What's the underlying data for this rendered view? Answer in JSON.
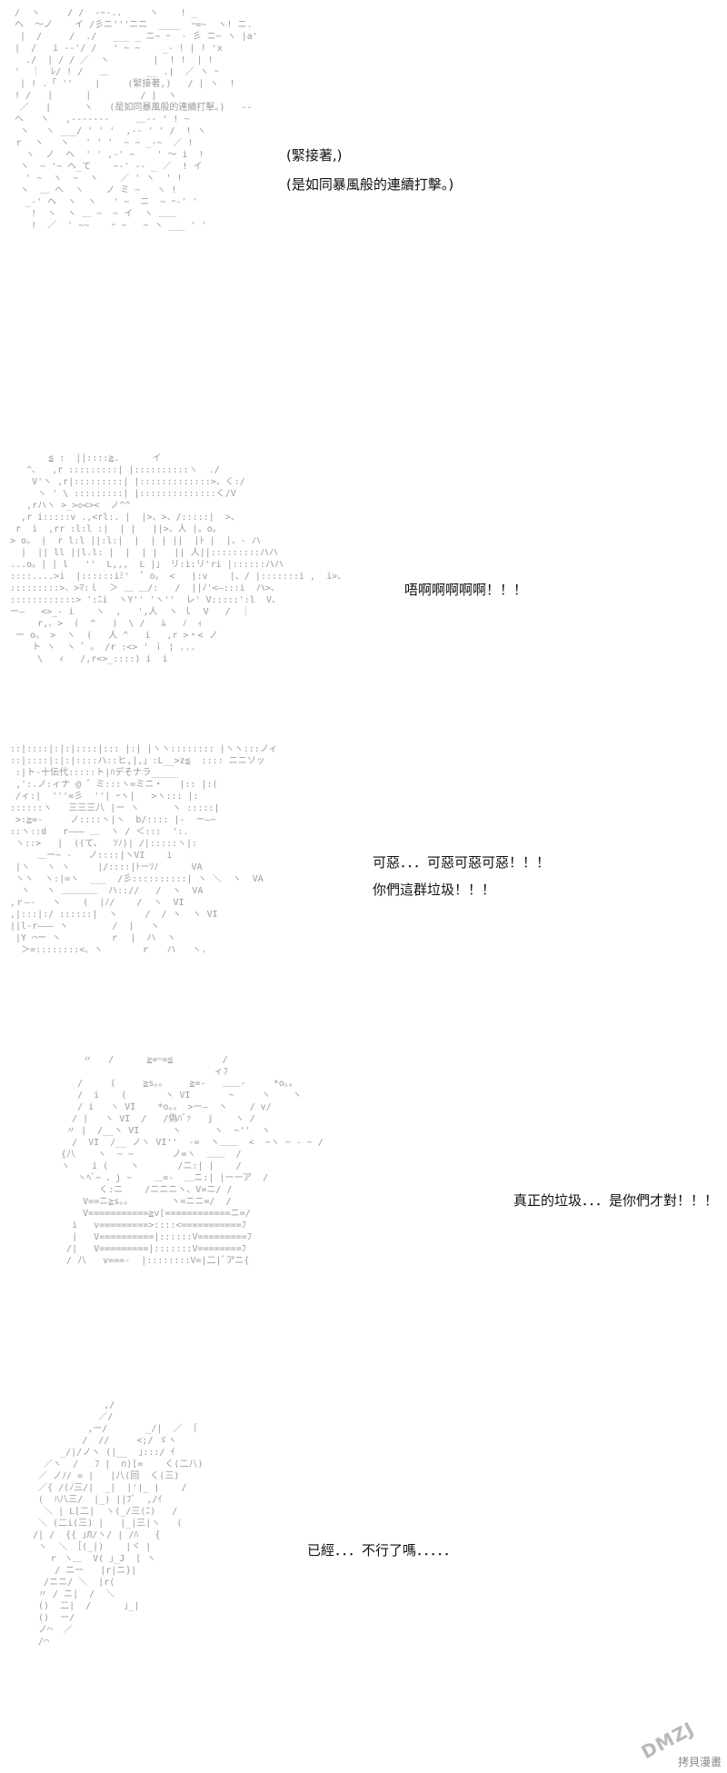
{
  "panels": [
    {
      "captions": [
        "(緊接著,)",
        "(是如同暴風般的連續打擊。)"
      ],
      "art": " /  ヽ     / /  -~-..     ヽ    ! _ \n ヘ  ～ノ    イ /彡ニ'''ニニ  ____  ｰ=~  ヽ! ニ.\n  |  /     /  ./   ___ _ ニ~ ｰ  - 彡 ニ~ ヽ |a'\n |  /   i --'/ /   ' ~ ~    _- ! | ! 'x\n   ./  | / / ／  ヽ        |  ! !  | ! \n '  ｜  ﾚ/ ! /   ＿       __ .|  ／ ヽ ｰ\n  | ! .「 ''    |     (緊接著,)   / | ヽ  ! \n ! /   |      |         / |  ヽ \n  ／   |      ヽ   (是如同暴風般的連續打擊。)   -- \n ヘ   ヽ   ,-------     ＿-- ' ! ~ \n  ヽ   ヽ ___/ ' ' '  ,-- ' ' /  ! ヽ\n ｒ  ヽ   ヽ   ' ' '  ~ ~ _-~  ／ !  \n   ヽ  ノ  ヘ  ' ' ,-' ~    ' ～ i  ! \n  ヽ  ~ '~ ヘ_て    ~-' -- _ ／  ! イ \n   ' ~  ヽ  ~  ヽ    ／ ' ヽ  ' ! \n  ヽ  ＿ ヘ  ヽ    ノ ミ ~   ヽ ! \n   _-' ヘ  ヽ  ヽ   ' ~  ニ  ~ ｰ-' ' \n    !  ヽ  ヽ ＿ ~  ~ イ  ヽ ＿＿  \n    !  ／  ' ~~    ｰ ~   ~ ヽ ___ ' ' "
    },
    {
      "captions": [
        "唔啊啊啊啊啊！！！"
      ],
      "art": "        ≦ :  ||::::≧.      イ\n    ^、  ,r :::::::::| |::::::::::ヽ  ./\n     V'ヽ ,r|:::::::::| |:::::::::::::>、く:/\n      ヽ ' \\ :::::::::| |::::::::::::::く/V\n    ,rハヽ >_>◇<><  ノ^^\n   ,r i:::::v .,<rl:. |  |>、>、/:::::|  >、\n  r  i  ,rr :l:l :|  | |   ||>、人 |。o。\n > o。 |  r l:l ||:l:|  |  | | ||  |ﾄ |  |、- ハ\n   |  || ll ||l.l: |  |  | |   || 人||:::::::::ハハ\n ...o。| | l   ''  L,,,  L |」 リ:i:リ'ri |::::::ハハ\n ::::....>i  |::::::iﾐ'  ゜o。 <   |:v    |、/ |:::::::i ,  i>、\n :::::::::>、>ﾏ:ｌ  ＞ ＿ ＿/:   /  ||ﾉ'<―:::i  ハ>、\n ::::::::::::> ':ﾆi  ヽY'' 'ヽ''  レ' V:::::':l  V、\n ー―   <>_- i    ヽ  ,   ',人  ヽ ｌ  V   /  ｜ \n      r,、>  (  ^   )  \\ /   ﾑ   ﾉ  ｨ\n  ー o。 >  ヽ  (   人 ^   i   ,r >・< ノ\n     ト ヽ  ヽ ゜。 /r :<> ' ｉ ¦ ...\n      \\   ｨ   /,r<>_::::) i  i "
    },
    {
      "captions": [
        "可惡．．．可惡可惡可惡！！！",
        "你們這群垃圾！！！"
      ],
      "art": " ::|::::|:|:|::::|::: |:| |ヽヽ:::::::: |ヽヽ:::ノィ\n ::|::::|:|:|::::ハ::ヒ,|,」:L__>z≦  :::: ニニソッ\n  :|ト-十伝代:::::ト|ﾊデそナラ_____ \n  ,':.ノ:ィナ @ ゛ミ:::ヽ=ミニ・   |:: |:(\n  /ィ:|  '''=彡  ''| ｰヽ|   >ヽ::: |:\n ::::::ヽ   三三三八 |ー ヽ      ヽ :::::|\n  >:≧=-     ノ::::ヽ|ヽ  b/:::: |-  ー―~\n ::ヽ::d   r――― ＿  ヽ / ＜:::  ':.\n  ヽ::>   |  ((て、  ｿﾉ)| /|:::::ヽ|:\n      ＿ー~ ‐   ノ::::|ヽVI    i  \n  |ヽ   ヽ ヽ     |/::::|ﾄーｿﾉ      VA\n  ヽヽ  ヽ:|=ヽ  ___  /彡::::::::::| ヽ ＼  ヽ  VA\n   ヽ   ヽ ＿＿＿＿  ハ:://   /  ヽ  VA\n ,ｒ―‐   ヽ    (  |ﾉ/    /  ヽ  VI\n ,|:::|:/ ::::::|  ヽ     /  / ヽ  ヽ VI\n ||l‐r――― ヽ        /  |   ヽ \n  |Y ⌒ー ヽ         ｒ  |  ハ  ヽ \n   ＞=::::::::<、ヽ       ｒ   ハ   ヽ. "
    },
    {
      "captions": [
        "真正的垃圾．．．是你們才對！！！"
      ],
      "art": "      〃   /      ≧=ｰ=≦         /\n                              ィﾌ\n     /     (     ≧s。。    ≧=-   ＿＿-     *o。。\n     /  i    (       ヽ VI       ~     ヽ    ヽ\n     / i   ヽ VI    *o。。 >ー―  ヽ    / v/\n    / |   ヽ VI  /   /偽ﾊﾞｧ   j    ヽ /\n   〃 |  /__ヽ VI      ヽ      ヽ  ~''  ヽ\n    /  VI  /__ ノヽ VI''  -=  ヽ＿＿  <  ~ヽ ~ - ~ /\n  {八    ヽ  ~ ~       ノ=ヽ  ＿＿  /  \n  ヽ    i (    ヽ       /ニ:| |    / \n     ヽﾍﾞ~ 、j ~    ＿=-  ＿ニ:| |ーーア  /\n         く:ニ    /ニニニヽ、V=ニ/ /\n      V==ニ≧s。。       ヽ=ニニ=/  /\n      V===========≧v[============ニ=/\n    i   v=========>::::<===========ﾌ\n    |   V==========|::::::V=========ﾌ\n   /|   V=========|:::::::V========ﾌ\n   / 八   v===-  |::::::::V=|二|ﾞアニ{ "
    },
    {
      "captions": [
        "已經．．．不行了嗎．．．．．"
      ],
      "art": "              ,/\n             ／/\n           ,ー/       _/|  ／ ｛\n          /  //     <;/ ゞヽ\n      _/|/ノヽ (|__  ｣:::/ ｲ\n   ／ヽ  /   ﾌ |  ∩)[=    く(二八)\n  ／ ノﾉ/ = |   |八(回  く(三)\n  ／{ /(ﾉ三/|  _|  |'|_ |    /\n  (  ﾊ八三/  |_) ||ﾌﾞ  ,/ｲ\n   ＼ | L[二|  ヽ(_/三(ﾆ)   /\n  ＼ (二i(三) |   |_|三|ヽ   (\n /| /  {{ ｣Л/ヽ/ | /ﾊ   {\n  ヽ  ＼ ［(_|)    |ヾ |\n    ｒ ヽ＿  V( ｣_J  [ ヽ\n     / ニー   |r|ニ}|   \n   /ニニ/ ＼  |r(     \n  〃 / ニ|  /  ＼\n  ()  二|  /      ｣_|\n  ()  ー/\n  ノ⌒  ／\n  /⌒ "
    }
  ],
  "watermark": "拷貝漫畫",
  "logo_text": "DMZJ"
}
